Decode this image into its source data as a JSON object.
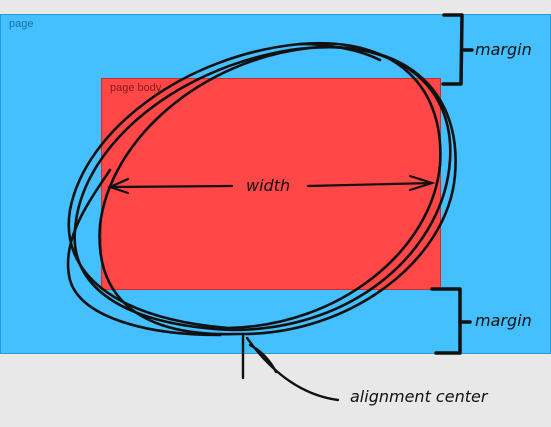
{
  "labels": {
    "page": "page",
    "page_body": "page body",
    "width": "width",
    "margin_top": "margin",
    "margin_bottom": "margin",
    "alignment_center": "alignment center"
  },
  "colors": {
    "page": "#44bfff",
    "page_body": "#ff4747",
    "ink": "#111111",
    "background": "#e8e8e8"
  }
}
